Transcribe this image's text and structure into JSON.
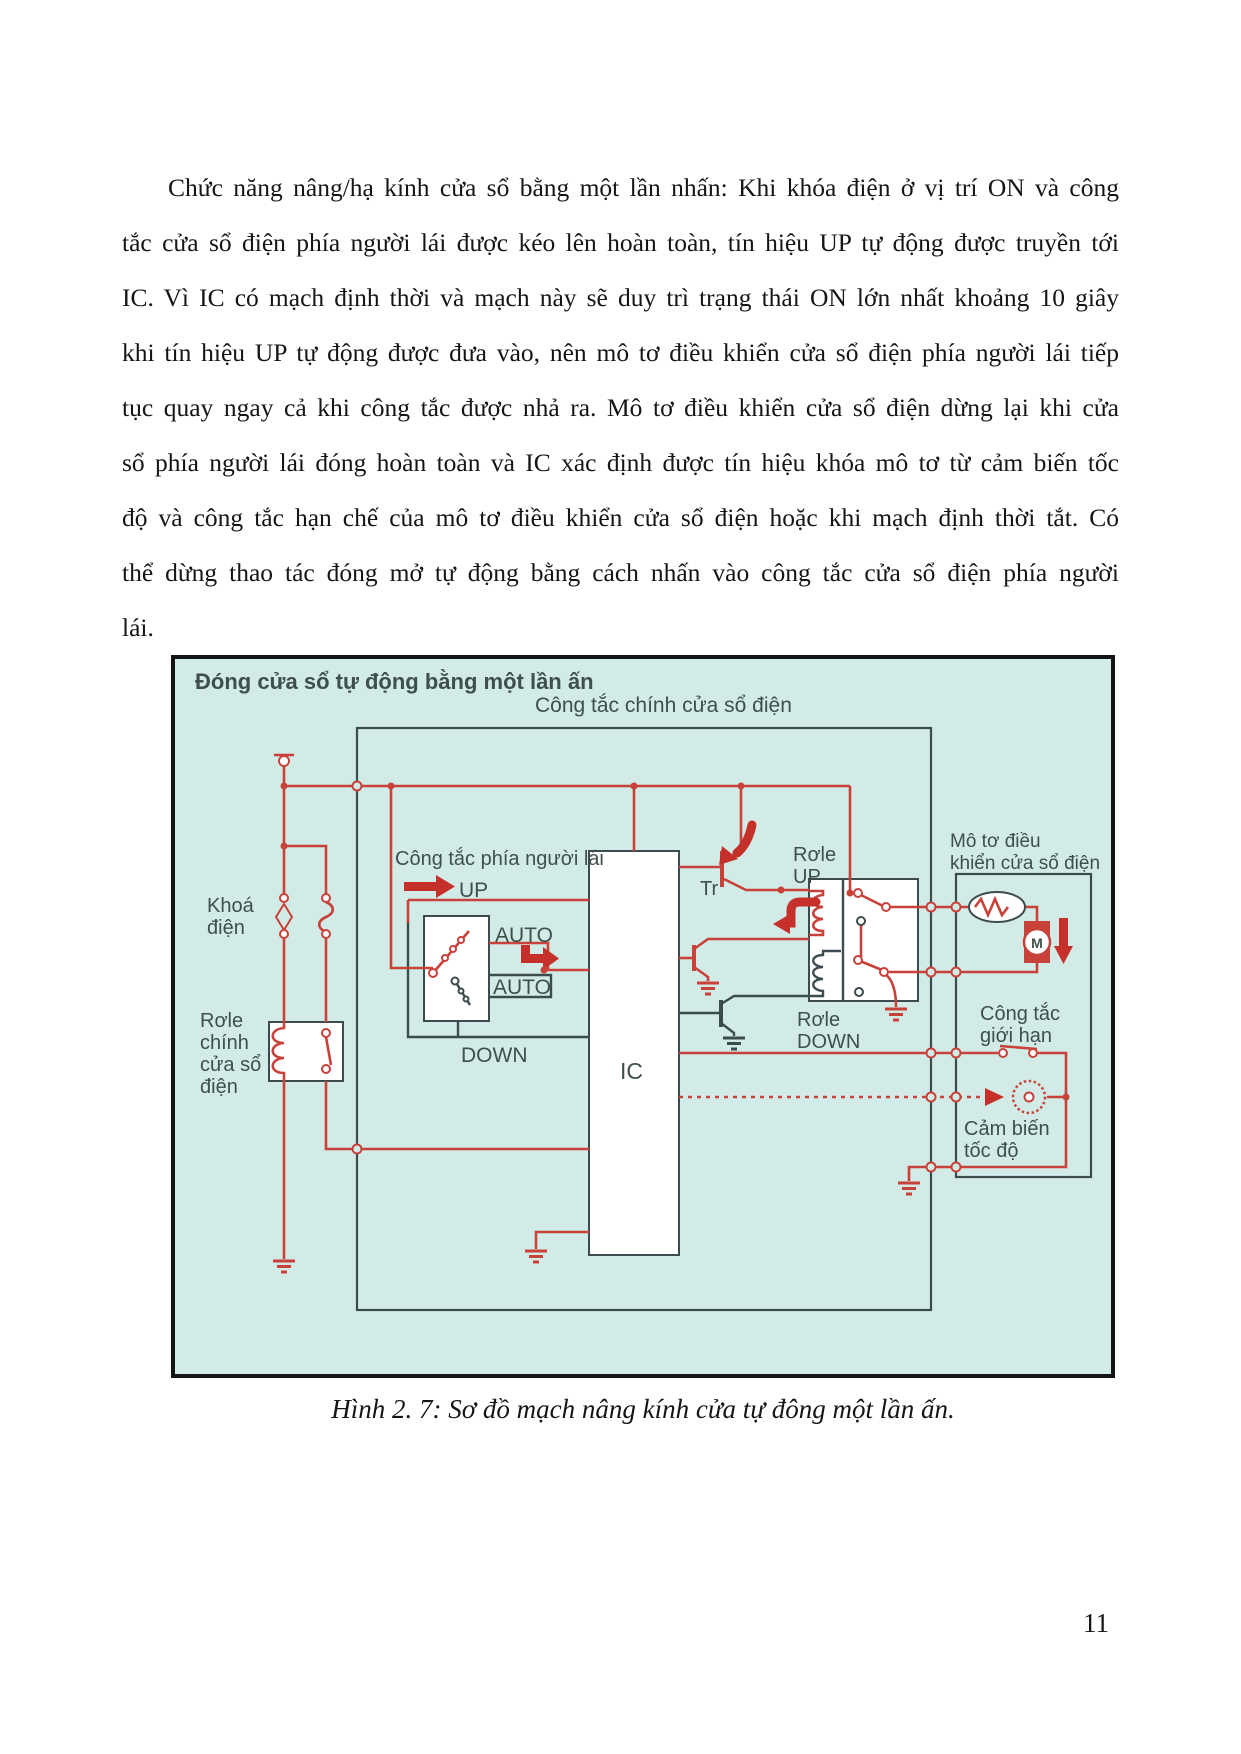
{
  "page": {
    "number": "11"
  },
  "paragraph": {
    "lines": [
      "Chức năng nâng/hạ kính cửa sổ bằng một lần nhấn: Khi khóa điện ở vị trí ON và công",
      "tắc cửa sổ điện phía người lái được kéo lên hoàn toàn, tín hiệu UP tự động được truyền tới",
      "IC. Vì IC có mạch định thời và mạch này sẽ duy trì trạng thái ON lớn nhất khoảng 10 giây",
      "khi tín hiệu UP tự động được đưa vào, nên mô tơ điều khiển cửa sổ điện phía người lái tiếp",
      "tục quay ngay cả khi công tắc được nhả ra. Mô tơ điều khiển cửa sổ điện dừng lại khi cửa",
      "sổ phía người lái đóng hoàn toàn và IC xác định được tín hiệu khóa mô tơ từ cảm biến tốc",
      "độ và công tắc hạn chế của mô tơ điều khiển cửa sổ điện hoặc khi mạch định thời tắt. Có",
      "thể dừng thao tác đóng mở tự động bằng cách nhấn vào công tắc cửa sổ điện phía người",
      "lái."
    ]
  },
  "figure": {
    "title": "Đóng cửa sổ tự động bằng một lần ấn",
    "caption": "Hình 2. 7: Sơ đồ mạch nâng kính cửa tự đông một lần ấn.",
    "labels": {
      "main_switch_box": "Công tắc chính cửa sổ điện",
      "ignition": [
        "Khoá",
        "điện"
      ],
      "main_relay": [
        "Rơle",
        "chính",
        "cửa sổ",
        "điện"
      ],
      "driver_switch": "Công tắc phía người lái",
      "up": "UP",
      "auto_upper": "AUTO",
      "auto_lower": "AUTO",
      "down": "DOWN",
      "ic": "IC",
      "tr": "Tr",
      "relay_up": [
        "Rơle",
        "UP"
      ],
      "relay_down": [
        "Rơle",
        "DOWN"
      ],
      "motor": [
        "Mô tơ điều",
        "khiển cửa sổ điện"
      ],
      "motor_symbol": "M",
      "limit_switch": [
        "Công tắc",
        "giới hạn"
      ],
      "speed_sensor": [
        "Cảm biến",
        "tốc độ"
      ]
    },
    "colors": {
      "diagram_bg": "#d2ebe6",
      "wire_red": "#c8423a",
      "wire_dark": "#3c4c4e",
      "frame": "#141414"
    }
  }
}
